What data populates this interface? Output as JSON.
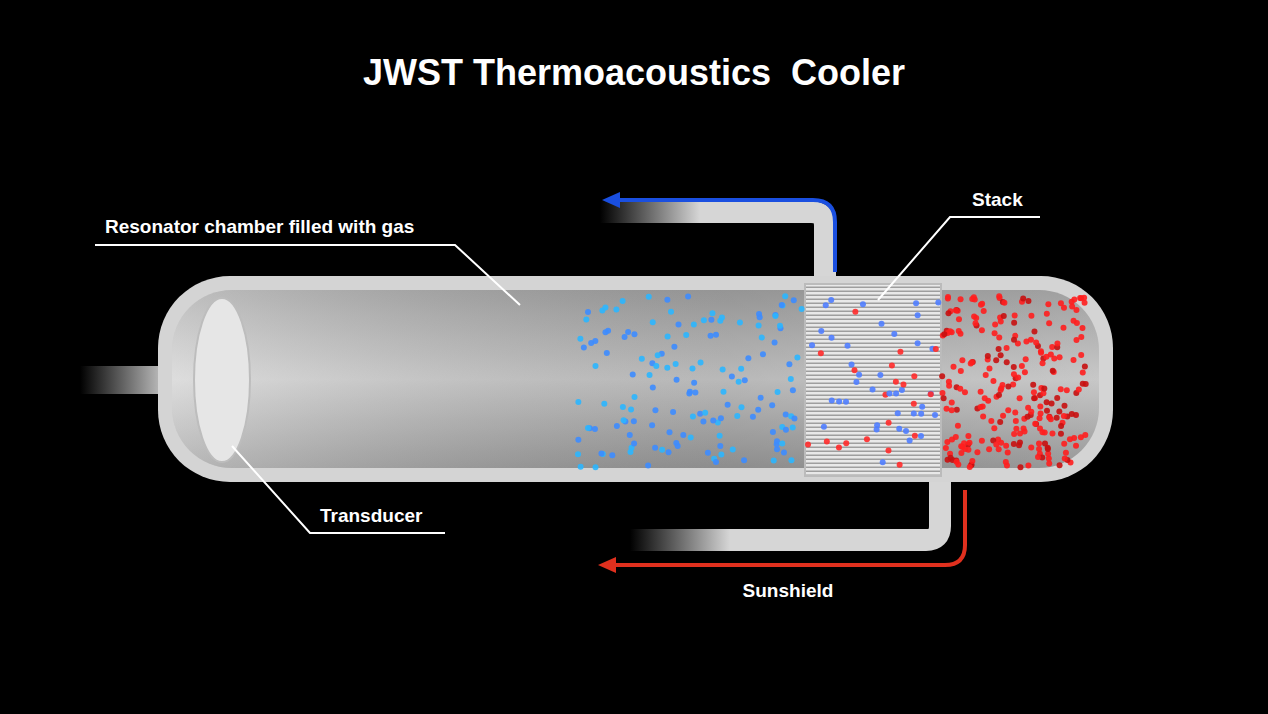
{
  "diagram": {
    "title": "JWST Thermoacoustics  Cooler",
    "labels": [
      "Resonator chamber filled with gas",
      "Stack",
      "Transducer",
      "Sunshield"
    ]
  }
}
